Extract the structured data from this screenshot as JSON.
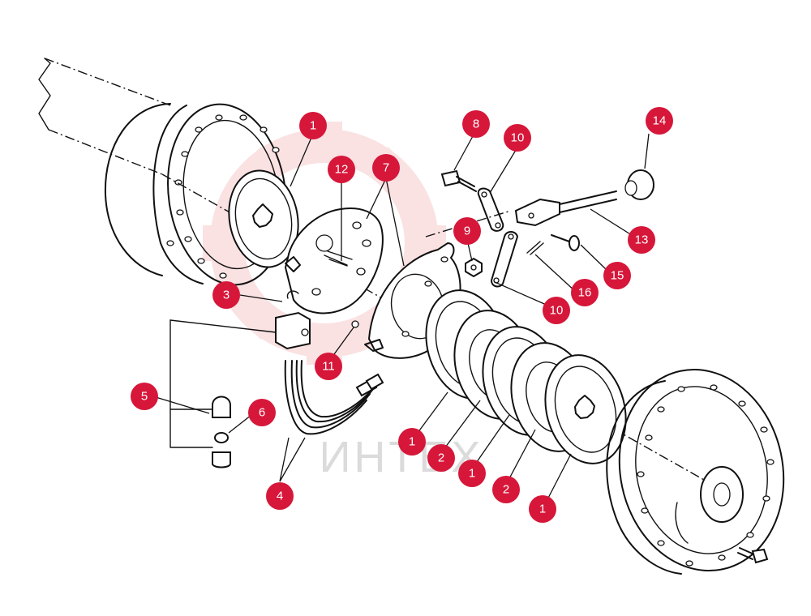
{
  "watermark": {
    "text": "ИНТЕХ",
    "color": "#f7c9cc"
  },
  "colors": {
    "callout": "#d6173a",
    "line": "#111111",
    "background": "#ffffff"
  },
  "callouts": [
    {
      "id": "c-1-top",
      "label": "1"
    },
    {
      "id": "c-12",
      "label": "12"
    },
    {
      "id": "c-7",
      "label": "7"
    },
    {
      "id": "c-8",
      "label": "8"
    },
    {
      "id": "c-10-top",
      "label": "10"
    },
    {
      "id": "c-14",
      "label": "14"
    },
    {
      "id": "c-9",
      "label": "9"
    },
    {
      "id": "c-13",
      "label": "13"
    },
    {
      "id": "c-15",
      "label": "15"
    },
    {
      "id": "c-16",
      "label": "16"
    },
    {
      "id": "c-10-bottom",
      "label": "10"
    },
    {
      "id": "c-3",
      "label": "3"
    },
    {
      "id": "c-11",
      "label": "11"
    },
    {
      "id": "c-5",
      "label": "5"
    },
    {
      "id": "c-6",
      "label": "6"
    },
    {
      "id": "c-4",
      "label": "4"
    },
    {
      "id": "c-1-a",
      "label": "1"
    },
    {
      "id": "c-2-a",
      "label": "2"
    },
    {
      "id": "c-1-b",
      "label": "1"
    },
    {
      "id": "c-2-b",
      "label": "2"
    },
    {
      "id": "c-1-c",
      "label": "1"
    }
  ]
}
